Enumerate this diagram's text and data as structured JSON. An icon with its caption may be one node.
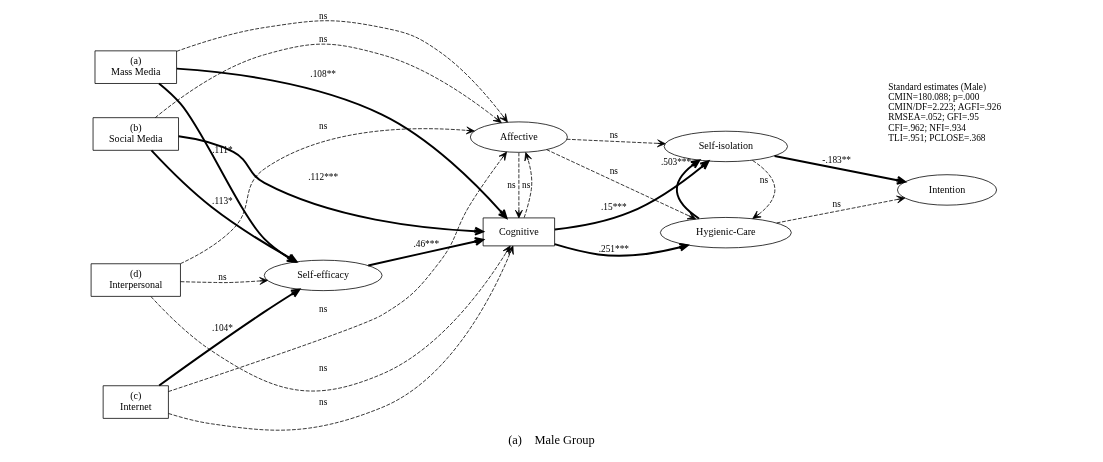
{
  "diagram": {
    "caption": "(a)    Male Group",
    "nodes": [
      {
        "text": [
          "(a)",
          "Mass Media"
        ]
      },
      {
        "text": [
          "(b)",
          "Social Media"
        ]
      },
      {
        "text": [
          "(c)",
          "Internet"
        ]
      },
      {
        "text": [
          "(d)",
          "Interpersonal"
        ]
      },
      {
        "text": [
          "Affective"
        ]
      },
      {
        "text": [
          "Self-efficacy"
        ]
      },
      {
        "text": [
          "Cognitive"
        ]
      },
      {
        "text": [
          "Self-isolation"
        ]
      },
      {
        "text": [
          "Hygienic-Care"
        ]
      },
      {
        "text": [
          "Intention"
        ]
      }
    ],
    "edges": [
      {
        "from": 0,
        "to": 5,
        "arrow": "to",
        "label": ".111*"
      },
      {
        "from": 0,
        "to": 6,
        "arrow": "to",
        "label": ".108**"
      },
      {
        "from": 0,
        "to": 4,
        "arrow": "to",
        "label": "ns",
        "style": "dashed"
      },
      {
        "from": 1,
        "to": 5,
        "arrow": "to",
        "label": ".113*"
      },
      {
        "from": 1,
        "to": 6,
        "arrow": "to",
        "label": ".112***"
      },
      {
        "from": 1,
        "to": 4,
        "arrow": "to",
        "label": "ns",
        "style": "dashed"
      },
      {
        "from": 2,
        "to": 5,
        "arrow": "to",
        "label": ".104*"
      },
      {
        "from": 2,
        "to": 6,
        "arrow": "to",
        "label": "ns",
        "style": "dashed"
      },
      {
        "from": 2,
        "to": 4,
        "arrow": "to",
        "label": "ns",
        "style": "dashed"
      },
      {
        "from": 3,
        "to": 5,
        "arrow": "to",
        "label": "ns",
        "style": "dashed"
      },
      {
        "from": 3,
        "to": 6,
        "arrow": "to",
        "label": "ns",
        "style": "dashed"
      },
      {
        "from": 3,
        "to": 4,
        "arrow": "to",
        "label": "ns",
        "style": "dashed"
      },
      {
        "from": 5,
        "to": 6,
        "arrow": "to",
        "label": ".46***"
      },
      {
        "from": 4,
        "to": 6,
        "arrow": "to",
        "label": "ns",
        "style": "dashed"
      },
      {
        "from": 6,
        "to": 4,
        "arrow": "to",
        "label": "ns",
        "style": "dashed"
      },
      {
        "from": 4,
        "to": 7,
        "arrow": "to",
        "label": "ns",
        "style": "dashed"
      },
      {
        "from": 4,
        "to": 8,
        "arrow": "to",
        "label": "ns",
        "style": "dashed"
      },
      {
        "from": 6,
        "to": 7,
        "arrow": "to",
        "label": ".15***"
      },
      {
        "from": 6,
        "to": 8,
        "arrow": "to",
        "label": ".251***"
      },
      {
        "from": 7,
        "to": 8,
        "arrow": "to",
        "label": "ns",
        "style": "dashed"
      },
      {
        "from": 8,
        "to": 7,
        "arrow": "to",
        "label": ".503***"
      },
      {
        "from": 7,
        "to": 9,
        "arrow": "to",
        "label": "-.183**"
      },
      {
        "from": 8,
        "to": 9,
        "arrow": "to",
        "label": "ns",
        "style": "dashed"
      }
    ],
    "labels": [
      "Standard estimates (Male)",
      "CMIN=180.088; p=.000",
      "CMIN/DF=2.223; AGFI=.926",
      "RMSEA=.052; GFI=.95",
      "CFI=.962; NFI=.934",
      "TLI=.951; PCLOSE=.368"
    ]
  }
}
